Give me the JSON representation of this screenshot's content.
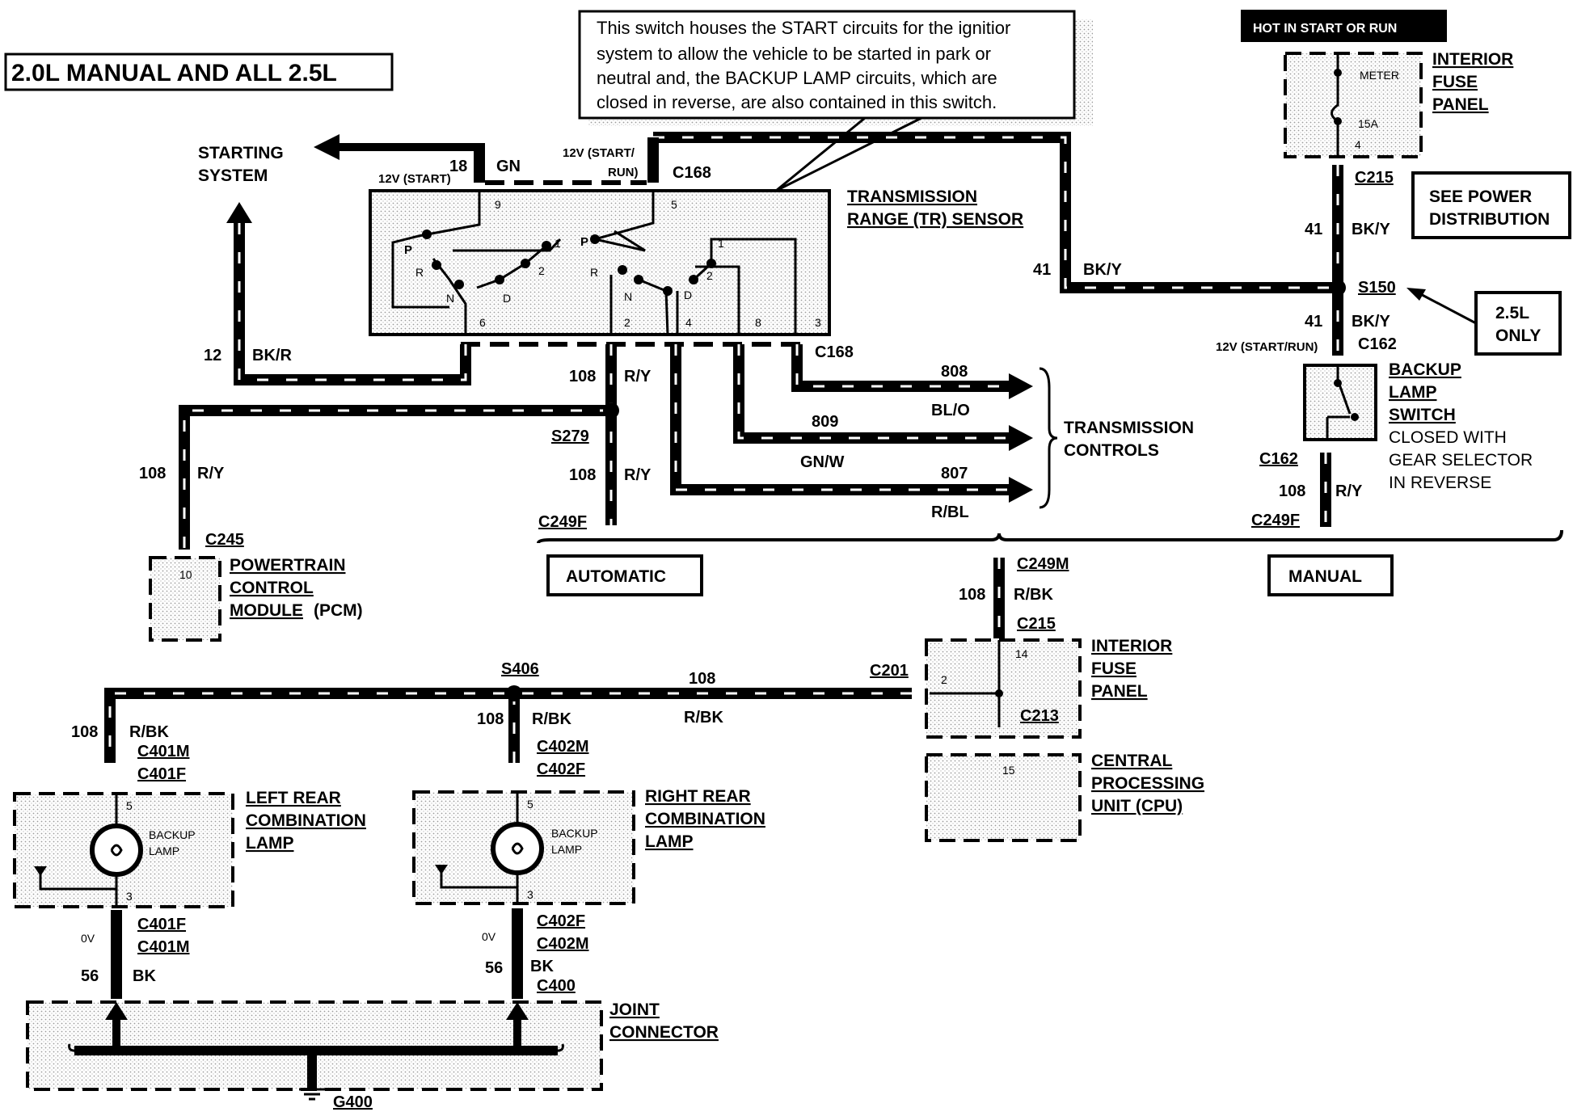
{
  "title": "2.0L MANUAL AND ALL  2.5L",
  "note": [
    "This switch houses the START circuits for the ignitior",
    "system to allow the vehicle to be started in park or",
    "neutral and, the BACKUP LAMP circuits, which are",
    "closed in reverse, are also contained in this switch."
  ],
  "hot_label": "HOT IN START OR RUN",
  "starting_system": [
    "STARTING",
    "SYSTEM"
  ],
  "tr_sensor": {
    "name": [
      "TRANSMISSION",
      "RANGE (TR) SENSOR"
    ],
    "v_start": "12V (START)",
    "v_start_run": [
      "12V (START/",
      "RUN)"
    ],
    "connector": "C168",
    "pins_top": [
      "9",
      "5"
    ],
    "pins_bottom": [
      "6",
      "2",
      "4",
      "8",
      "3"
    ],
    "positions_left": [
      "P",
      "R",
      "N",
      "D",
      "1",
      "2"
    ],
    "positions_right": [
      "P",
      "R",
      "N",
      "D",
      "1",
      "2"
    ]
  },
  "circuits": {
    "c18": {
      "num": "18",
      "color": "GN"
    },
    "c12": {
      "num": "12",
      "color": "BK/R"
    },
    "c41": {
      "num": "41",
      "color": "BK/Y"
    },
    "c108": {
      "num": "108",
      "color": "R/Y"
    },
    "c108bk": {
      "num": "108",
      "color": "R/BK"
    },
    "c808": {
      "num": "808",
      "color": "BL/O"
    },
    "c809": {
      "num": "809",
      "color": "GN/W"
    },
    "c807": {
      "num": "807",
      "color": "R/BL"
    },
    "c56": {
      "num": "56",
      "color": "BK"
    }
  },
  "splices": {
    "s279": "S279",
    "s150": "S150",
    "s406": "S406"
  },
  "connectors": {
    "c168b": "C168",
    "c249f_a": "C249F",
    "c249f_m": "C249F",
    "c249m": "C249M",
    "c245": "C245",
    "c215_top": "C215",
    "c215_mid": "C215",
    "c162_top": "C162",
    "c162_bot": "C162",
    "c201": "C201",
    "c213": "C213",
    "c401m": "C401M",
    "c401f": "C401F",
    "c402m": "C402M",
    "c402f": "C402F",
    "c401f_b": "C401F",
    "c401m_b": "C401M",
    "c402f_b": "C402F",
    "c402m_b": "C402M",
    "c400": "C400",
    "g400": "G400"
  },
  "fuse_top": {
    "name": [
      "INTERIOR",
      "FUSE",
      "PANEL"
    ],
    "meter": "METER",
    "rating": "15A",
    "pin": "4"
  },
  "fuse_mid": {
    "name": [
      "INTERIOR",
      "FUSE",
      "PANEL"
    ],
    "pin_in": "2",
    "pin_top": "14"
  },
  "see_power": [
    "SEE POWER",
    "DISTRIBUTION"
  ],
  "only_25": [
    "2.5L",
    "ONLY"
  ],
  "backup_switch": {
    "name": [
      "BACKUP",
      "LAMP",
      "SWITCH"
    ],
    "desc": [
      "CLOSED WITH",
      "GEAR SELECTOR",
      "IN REVERSE"
    ],
    "voltage": "12V (START/RUN)"
  },
  "transmission_controls": [
    "TRANSMISSION",
    "CONTROLS"
  ],
  "pcm": {
    "name": [
      "POWERTRAIN",
      "CONTROL",
      "MODULE"
    ],
    "suffix": "(PCM)",
    "pin": "10"
  },
  "automatic": "AUTOMATIC",
  "manual": "MANUAL",
  "cpu": {
    "name": [
      "CENTRAL",
      "PROCESSING",
      "UNIT (CPU)"
    ],
    "pin": "15"
  },
  "left_lamp": {
    "name": [
      "LEFT REAR",
      "COMBINATION",
      "LAMP"
    ],
    "bulb": [
      "BACKUP",
      "LAMP"
    ],
    "pins": [
      "5",
      "3"
    ],
    "volt": "0V"
  },
  "right_lamp": {
    "name": [
      "RIGHT REAR",
      "COMBINATION",
      "LAMP"
    ],
    "bulb": [
      "BACKUP",
      "LAMP"
    ],
    "pins": [
      "5",
      "3"
    ],
    "volt": "0V"
  },
  "joint_connector": [
    "JOINT",
    "CONNECTOR"
  ]
}
